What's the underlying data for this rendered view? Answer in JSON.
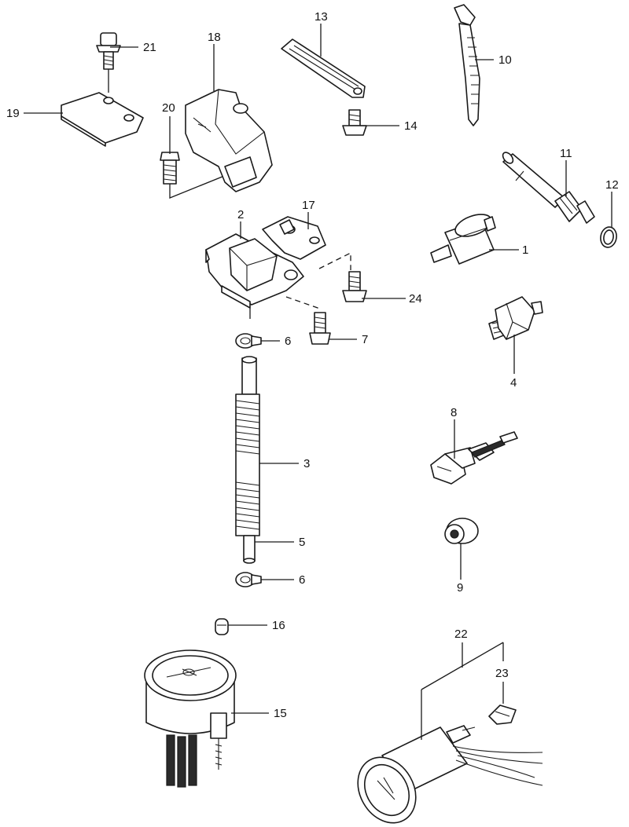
{
  "diagram": {
    "callouts": {
      "n1": "1",
      "n2": "2",
      "n3": "3",
      "n4": "4",
      "n5": "5",
      "n6a": "6",
      "n6b": "6",
      "n7": "7",
      "n8": "8",
      "n9": "9",
      "n10": "10",
      "n11": "11",
      "n12": "12",
      "n13": "13",
      "n14": "14",
      "n15": "15",
      "n16": "16",
      "n17": "17",
      "n18": "18",
      "n19": "19",
      "n20": "20",
      "n21": "21",
      "n22": "22",
      "n23": "23",
      "n24": "24"
    },
    "parts": [
      "sensor-1",
      "bracket-2",
      "harness-3",
      "sender-4",
      "tube-5",
      "clip-6",
      "bolt-7",
      "socket-8",
      "grommet-9",
      "band-10",
      "hose-11",
      "o-ring-12",
      "clamp-13",
      "bolt-14",
      "gauge-15",
      "bulb-16",
      "plate-17",
      "cover-18",
      "plate-19",
      "bolt-20",
      "bolt-21",
      "meter-22",
      "bulb-23",
      "bolt-24"
    ]
  }
}
